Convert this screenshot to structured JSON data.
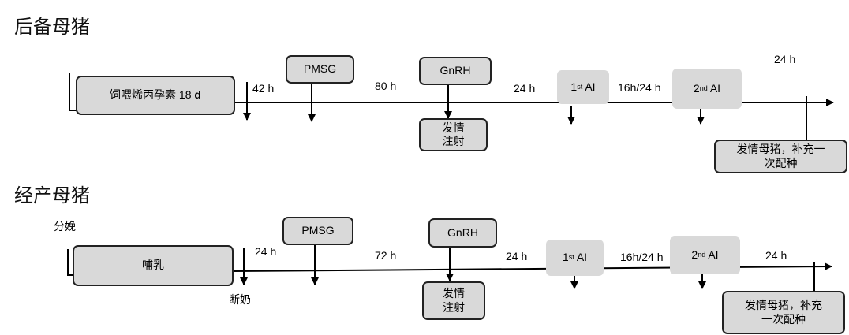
{
  "gilt": {
    "title": "后备母猪",
    "start_box": "饲喂烯丙孕素 18",
    "start_box_bold": "d",
    "pmsg": "PMSG",
    "gnrh": "GnRH",
    "inject": [
      "发情",
      "注射"
    ],
    "ai1": {
      "pre": "1",
      "sub": "st",
      "post": " AI"
    },
    "ai2": {
      "pre": "2",
      "sub": "nd",
      "post": " AI"
    },
    "intervals": [
      "42 h",
      "80 h",
      "24 h",
      "16h/24 h",
      "24 h"
    ],
    "rebreed": [
      "发情母猪，补充一",
      "次配种"
    ]
  },
  "sow": {
    "title": "经产母猪",
    "farrowing": "分娩",
    "lactation": "哺乳",
    "weaning": "断奶",
    "pmsg": "PMSG",
    "gnrh": "GnRH",
    "inject": [
      "发情",
      "注射"
    ],
    "ai1": {
      "pre": "1",
      "sub": "st",
      "post": " AI"
    },
    "ai2": {
      "pre": "2",
      "sub": "nd",
      "post": " AI"
    },
    "intervals": [
      "24 h",
      "72 h",
      "24 h",
      "16h/24 h",
      "24 h"
    ],
    "rebreed": [
      "发情母猪，补充",
      "一次配种"
    ]
  }
}
